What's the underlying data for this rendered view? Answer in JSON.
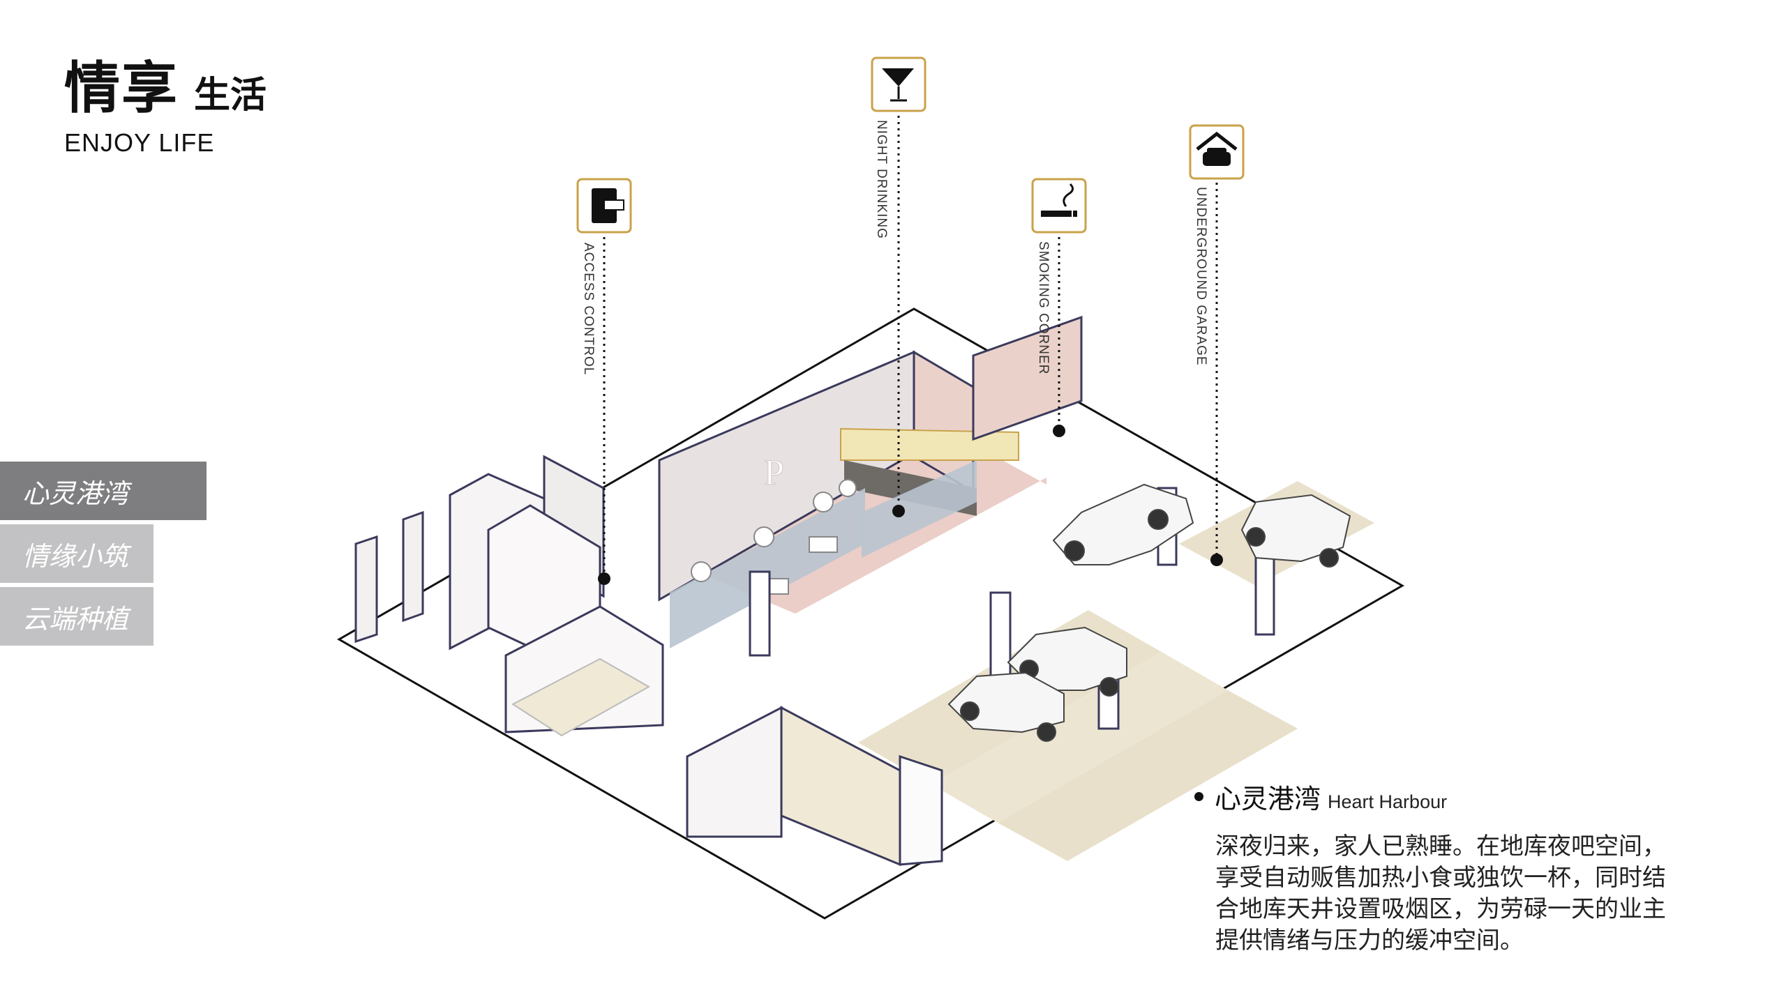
{
  "header": {
    "title": "情享",
    "subtitle": "生活",
    "title_en": "ENJOY LIFE"
  },
  "tabs": [
    {
      "label": "心灵港湾",
      "active": true
    },
    {
      "label": "情缘小筑",
      "active": false
    },
    {
      "label": "云端种植",
      "active": false
    }
  ],
  "callouts": [
    {
      "label": "ACCESS CONTROL",
      "icon": "door-keycard-icon"
    },
    {
      "label": "NIGHT DRINKING",
      "icon": "cocktail-glass-icon"
    },
    {
      "label": "SMOKING CORNER",
      "icon": "cigarette-icon"
    },
    {
      "label": "UNDERGROUND GARAGE",
      "icon": "garage-car-icon"
    }
  ],
  "description": {
    "title": "心灵港湾",
    "title_en": "Heart Harbour",
    "lines": [
      "深夜归来，家人已熟睡。在地库夜吧空间，",
      "享受自动贩售加热小食或独饮一杯，同时结",
      "合地库天井设置吸烟区，为劳碌一天的业主",
      "提供情绪与压力的缓冲空间。"
    ]
  },
  "colors": {
    "accent": "#c9a24a",
    "wall_trim": "#3b3a5c",
    "tab_active": "#7e7e80",
    "tab_inactive": "#c2c2c4"
  }
}
